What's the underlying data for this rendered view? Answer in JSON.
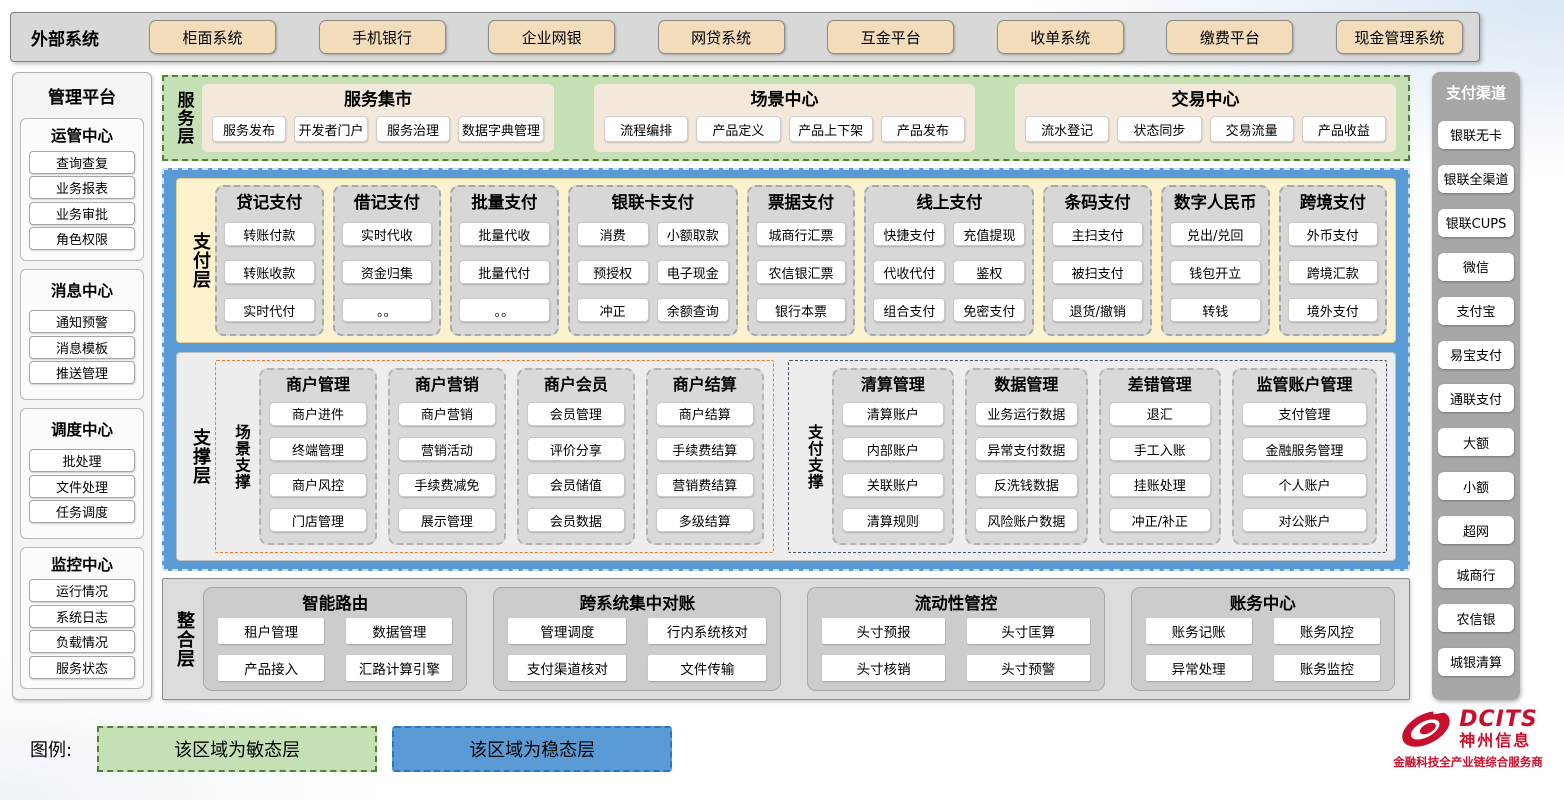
{
  "external_systems": {
    "label": "外部系统",
    "items": [
      "柜面系统",
      "手机银行",
      "企业网银",
      "网贷系统",
      "互金平台",
      "收单系统",
      "缴费平台",
      "现金管理系统"
    ]
  },
  "management_platform": {
    "title": "管理平台",
    "sections": [
      {
        "title": "运管中心",
        "items": [
          "查询查复",
          "业务报表",
          "业务审批",
          "角色权限"
        ]
      },
      {
        "title": "消息中心",
        "items": [
          "通知预警",
          "消息模板",
          "推送管理"
        ]
      },
      {
        "title": "调度中心",
        "items": [
          "批处理",
          "文件处理",
          "任务调度"
        ]
      },
      {
        "title": "监控中心",
        "items": [
          "运行情况",
          "系统日志",
          "负载情况",
          "服务状态"
        ]
      }
    ]
  },
  "service_layer": {
    "label": "服务层",
    "groups": [
      {
        "title": "服务集市",
        "items": [
          "服务发布",
          "开发者门户",
          "服务治理",
          "数据字典管理"
        ]
      },
      {
        "title": "场景中心",
        "items": [
          "流程编排",
          "产品定义",
          "产品上下架",
          "产品发布"
        ]
      },
      {
        "title": "交易中心",
        "items": [
          "流水登记",
          "状态同步",
          "交易流量",
          "产品收益"
        ]
      }
    ]
  },
  "payment_layer": {
    "label": "支付层",
    "columns": [
      {
        "title": "贷记支付",
        "items": [
          "转账付款",
          "转账收款",
          "实时代付"
        ]
      },
      {
        "title": "借记支付",
        "items": [
          "实时代收",
          "资金归集",
          "。。"
        ]
      },
      {
        "title": "批量支付",
        "items": [
          "批量代收",
          "批量代付",
          "。。"
        ]
      },
      {
        "title": "银联卡支付",
        "items": [
          "消费",
          "小额取款",
          "预授权",
          "电子现金",
          "冲正",
          "余额查询"
        ]
      },
      {
        "title": "票据支付",
        "items": [
          "城商行汇票",
          "农信银汇票",
          "银行本票"
        ]
      },
      {
        "title": "线上支付",
        "items": [
          "快捷支付",
          "充值提现",
          "代收代付",
          "鉴权",
          "组合支付",
          "免密支付"
        ]
      },
      {
        "title": "条码支付",
        "items": [
          "主扫支付",
          "被扫支付",
          "退货/撤销"
        ]
      },
      {
        "title": "数字人民币",
        "items": [
          "兑出/兑回",
          "钱包开立",
          "转钱"
        ]
      },
      {
        "title": "跨境支付",
        "items": [
          "外币支付",
          "跨境汇款",
          "境外支付"
        ]
      }
    ]
  },
  "support_layer": {
    "label": "支撑层",
    "groups": [
      {
        "label": "场景支撑",
        "columns": [
          {
            "title": "商户管理",
            "items": [
              "商户进件",
              "终端管理",
              "商户风控",
              "门店管理"
            ]
          },
          {
            "title": "商户营销",
            "items": [
              "商户营销",
              "营销活动",
              "手续费减免",
              "展示管理"
            ]
          },
          {
            "title": "商户会员",
            "items": [
              "会员管理",
              "评价分享",
              "会员储值",
              "会员数据"
            ]
          },
          {
            "title": "商户结算",
            "items": [
              "商户结算",
              "手续费结算",
              "营销费结算",
              "多级结算"
            ]
          }
        ]
      },
      {
        "label": "支付支撑",
        "columns": [
          {
            "title": "清算管理",
            "items": [
              "清算账户",
              "内部账户",
              "关联账户",
              "清算规则"
            ]
          },
          {
            "title": "数据管理",
            "items": [
              "业务运行数据",
              "异常支付数据",
              "反洗钱数据",
              "风险账户数据"
            ]
          },
          {
            "title": "差错管理",
            "items": [
              "退汇",
              "手工入账",
              "挂账处理",
              "冲正/补正"
            ]
          },
          {
            "title": "监管账户管理",
            "items": [
              "支付管理",
              "金融服务管理",
              "个人账户",
              "对公账户"
            ]
          }
        ]
      }
    ]
  },
  "integration_layer": {
    "label": "整合层",
    "groups": [
      {
        "title": "智能路由",
        "items": [
          "租户管理",
          "数据管理",
          "产品接入",
          "汇路计算引擎"
        ]
      },
      {
        "title": "跨系统集中对账",
        "items": [
          "管理调度",
          "行内系统核对",
          "支付渠道核对",
          "文件传输"
        ]
      },
      {
        "title": "流动性管控",
        "items": [
          "头寸预报",
          "头寸匡算",
          "头寸核销",
          "头寸预警"
        ]
      },
      {
        "title": "账务中心",
        "items": [
          "账务记账",
          "账务风控",
          "异常处理",
          "账务监控"
        ]
      }
    ]
  },
  "payment_channels": {
    "title": "支付渠道",
    "items": [
      "银联无卡",
      "银联全渠道",
      "银联CUPS",
      "微信",
      "支付宝",
      "易宝支付",
      "通联支付",
      "大额",
      "小额",
      "超网",
      "城商行",
      "农信银",
      "城银清算"
    ]
  },
  "legend": {
    "label": "图例:",
    "agile": "该区域为敏态层",
    "stable": "该区域为稳态层"
  },
  "logo": {
    "brand": "DCITS",
    "name": "神州信息",
    "tagline": "金融科技全产业链综合服务商"
  },
  "colors": {
    "agile_green": "#c5e0b4",
    "green_border": "#548235",
    "stable_blue": "#5b9bd5",
    "blue_border": "#2e75b6",
    "payment_cream": "#fdf2ce",
    "column_gray": "#d7d7d7",
    "tan_button": "#f2dcba",
    "scene_orange": "#ed7d31",
    "paysup_navy": "#44546a",
    "brand_red": "#c8102e"
  }
}
